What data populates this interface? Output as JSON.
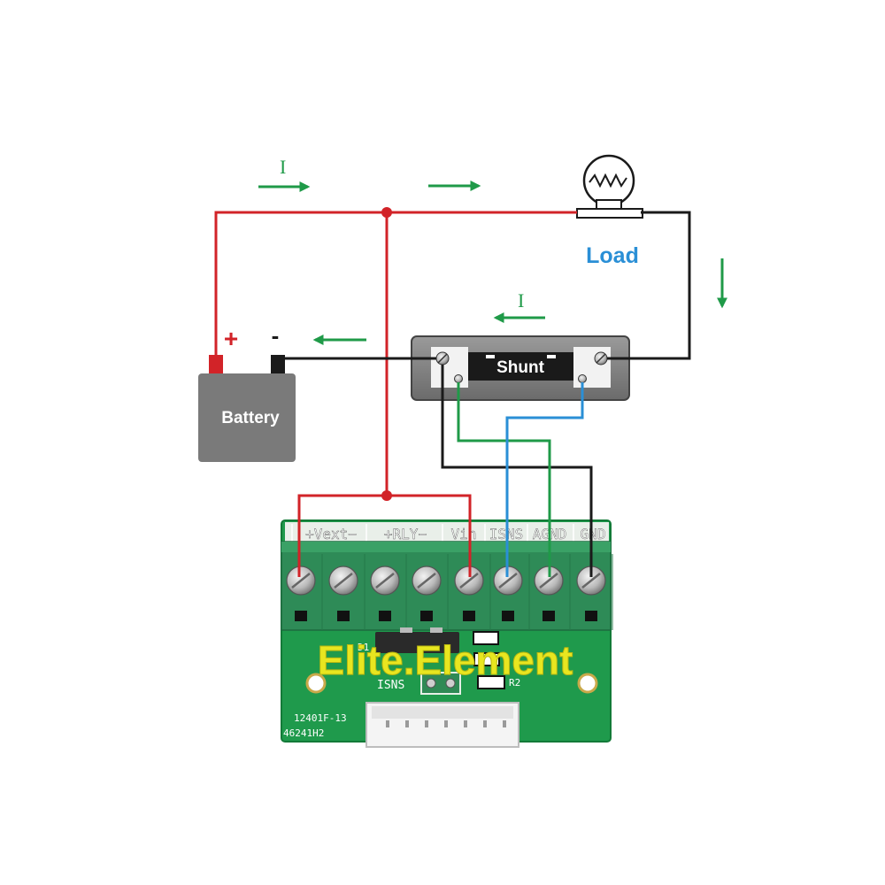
{
  "current_symbol": "I",
  "battery": {
    "label": "Battery",
    "plus": "+",
    "minus": "-"
  },
  "load": {
    "label": "Load"
  },
  "shunt": {
    "label": "Shunt"
  },
  "board": {
    "terminal_groups": [
      {
        "label": "+Vext−"
      },
      {
        "label": "+RLY−"
      },
      {
        "label": "Vin"
      },
      {
        "label": "ISNS"
      },
      {
        "label": "AGND"
      },
      {
        "label": "GND"
      }
    ],
    "brand": "Elite.Element",
    "isns_header": "ISNS",
    "part_line1": "12401F-13",
    "part_line2": "46241H2",
    "d1": "D1",
    "r2": "R2"
  },
  "colors": {
    "positive_wire": "#d22328",
    "negative_wire": "#1a1a1a",
    "sense_green_wire": "#1f9a48",
    "sense_blue_wire": "#2a8fd6",
    "current_arrow": "#1f9a48",
    "load_label": "#2a8fd6",
    "battery_body": "#7a7a7a",
    "pcb": "#1f9a4c",
    "terminal_block": "#2e8b57",
    "brand_text": "#e8e620"
  }
}
